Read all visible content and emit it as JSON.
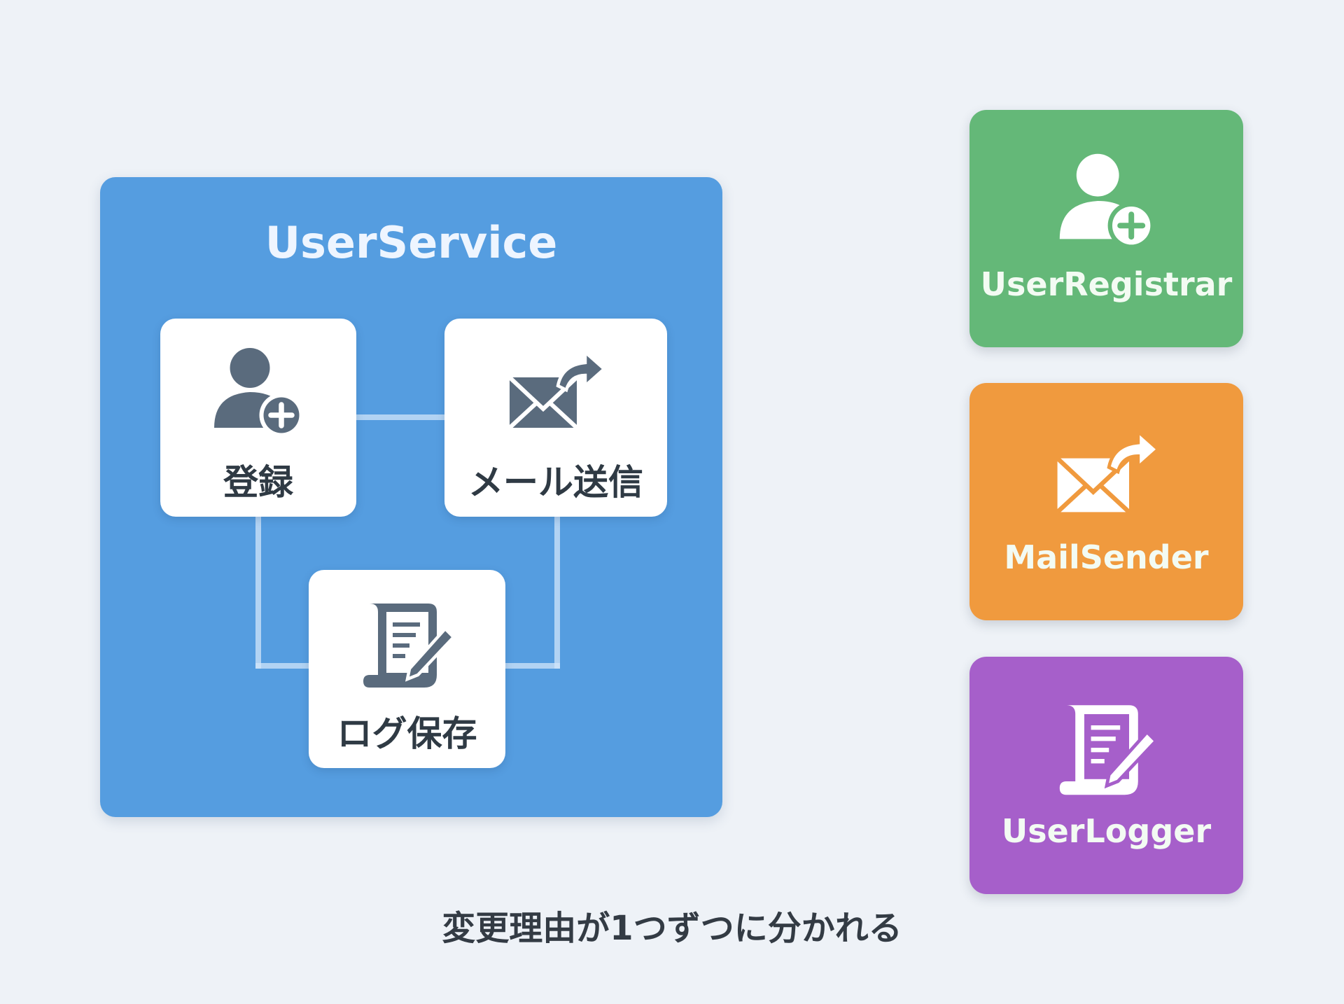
{
  "service": {
    "title": "UserService",
    "responsibilities": [
      {
        "label": "登録",
        "icon": "user-plus-icon"
      },
      {
        "label": "メール送信",
        "icon": "mail-send-icon"
      },
      {
        "label": "ログ保存",
        "icon": "log-document-icon"
      }
    ]
  },
  "classes": [
    {
      "label": "UserRegistrar",
      "icon": "user-plus-icon",
      "color": "#64b878"
    },
    {
      "label": "MailSender",
      "icon": "mail-send-icon",
      "color": "#f09a3e"
    },
    {
      "label": "UserLogger",
      "icon": "log-document-icon",
      "color": "#a65fca"
    }
  ],
  "caption": "変更理由が1つずつに分かれる",
  "colors": {
    "service": "#559de0",
    "icon_gray": "#5a6b7d",
    "background": "#eef2f7"
  }
}
